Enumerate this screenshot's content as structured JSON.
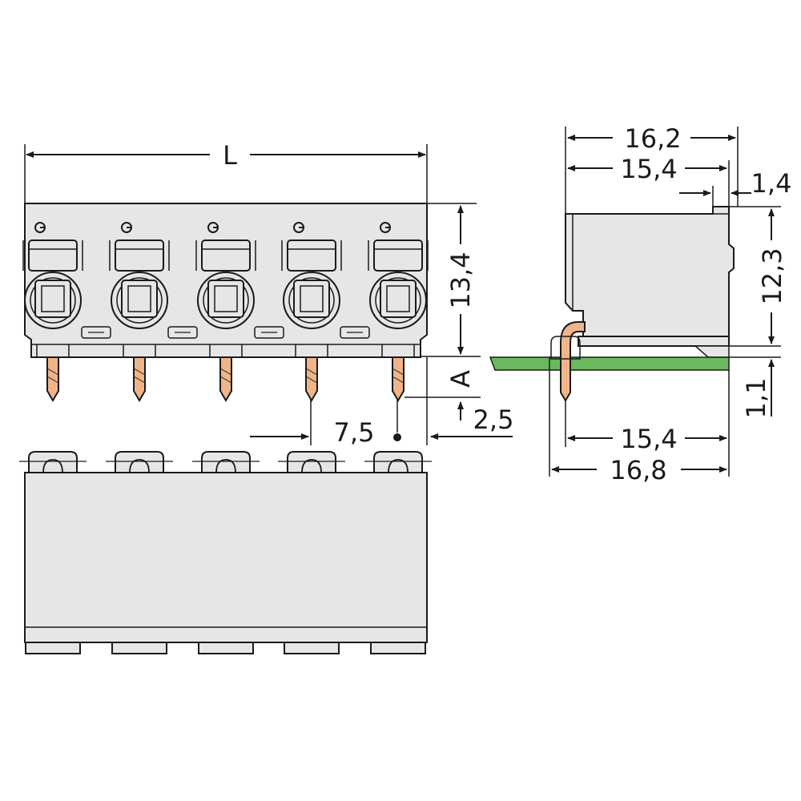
{
  "dimensions": {
    "length_label": "L",
    "height_front": "13,4",
    "pin_length_label": "A",
    "pitch": "7,5",
    "pin_offset": "2,5",
    "depth_overall": "16,2",
    "depth_body": "15,4",
    "lip": "1,4",
    "height_side": "12,3",
    "board_thickness": "1,1",
    "pin_span": "15,4",
    "overall_bottom": "16,8"
  },
  "colors": {
    "body_fill": "#e6e6e6",
    "outline": "#1a1a1a",
    "pin": "#f0b489",
    "pcb": "#6cb85f"
  }
}
